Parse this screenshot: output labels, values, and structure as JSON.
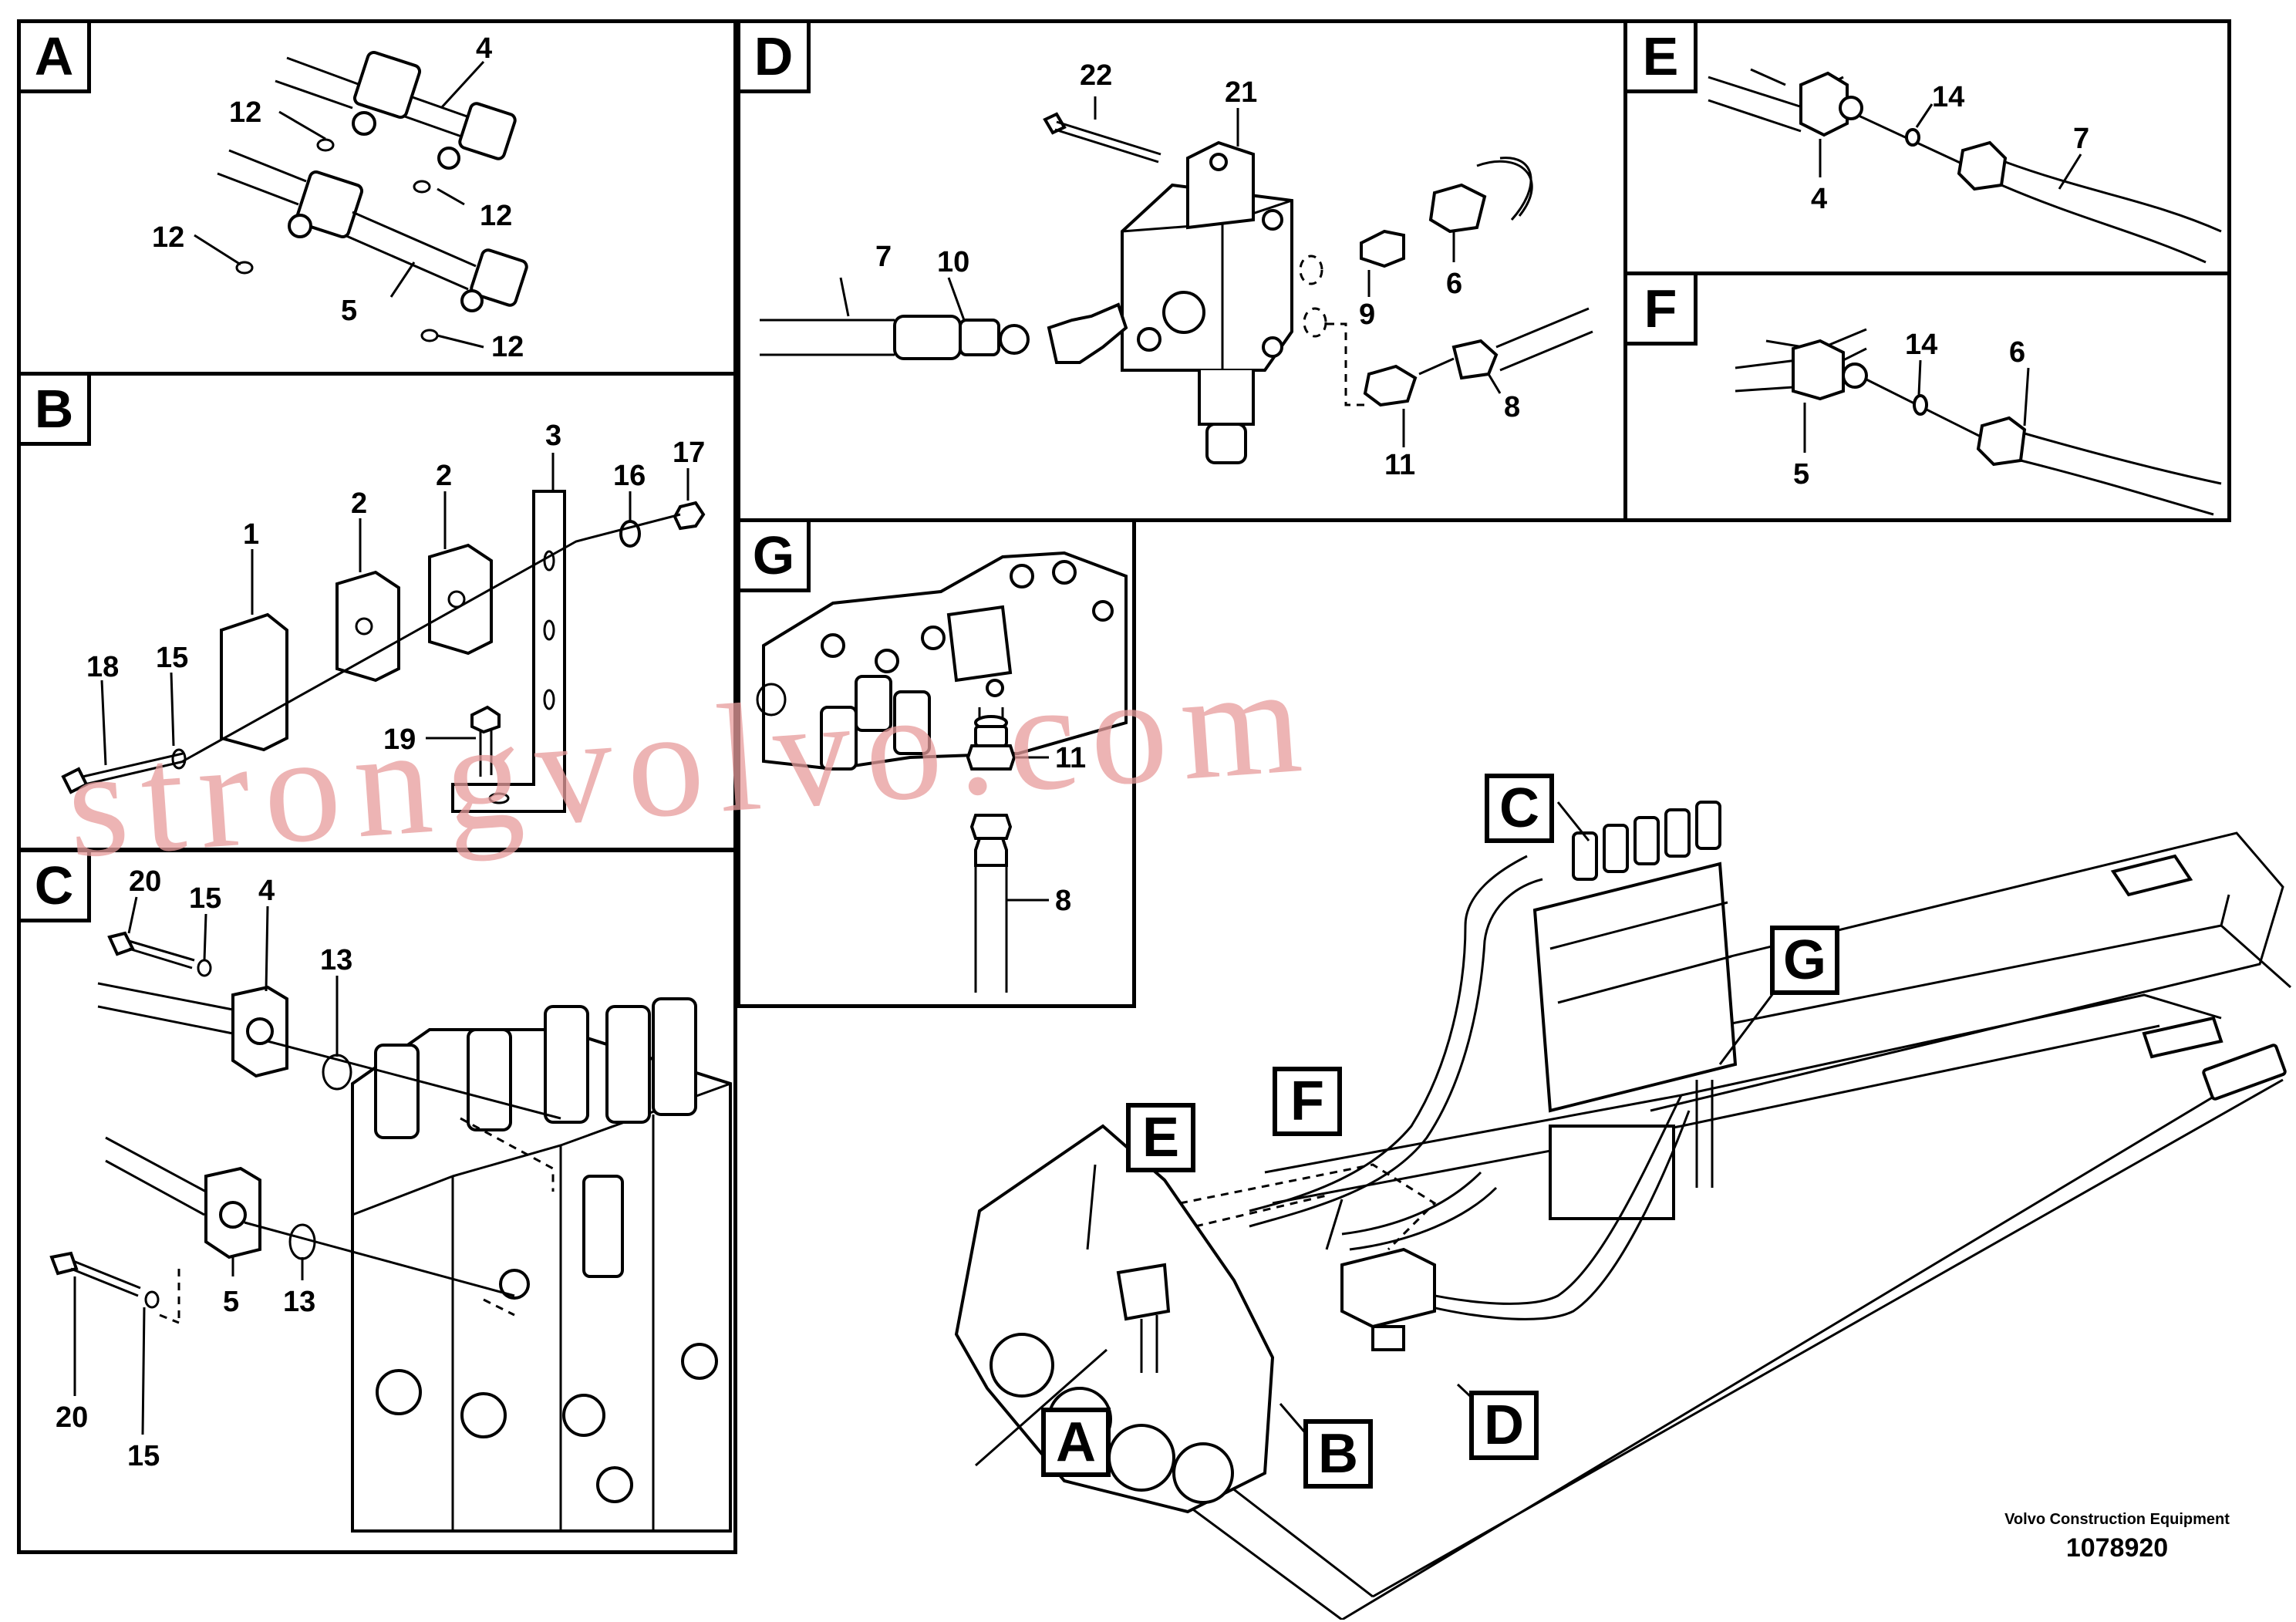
{
  "panels": {
    "A": {
      "label": "A",
      "parts": [
        "4",
        "12",
        "12",
        "12",
        "5",
        "12"
      ]
    },
    "B": {
      "label": "B",
      "parts": [
        "3",
        "16",
        "17",
        "2",
        "2",
        "1",
        "15",
        "18",
        "19"
      ]
    },
    "C": {
      "label": "C",
      "parts": [
        "20",
        "15",
        "4",
        "13",
        "5",
        "13",
        "20",
        "15"
      ]
    },
    "D": {
      "label": "D",
      "parts": [
        "22",
        "21",
        "7",
        "10",
        "9",
        "6",
        "8",
        "11"
      ]
    },
    "E": {
      "label": "E",
      "parts": [
        "14",
        "7",
        "4"
      ]
    },
    "F": {
      "label": "F",
      "parts": [
        "14",
        "6",
        "5"
      ]
    },
    "G": {
      "label": "G",
      "parts": [
        "11",
        "8"
      ]
    }
  },
  "callouts": [
    "C",
    "G",
    "E",
    "F",
    "A",
    "B",
    "D"
  ],
  "watermark": "strongvolvo.com",
  "footer": {
    "company": "Volvo Construction Equipment",
    "drawing_number": "1078920"
  }
}
